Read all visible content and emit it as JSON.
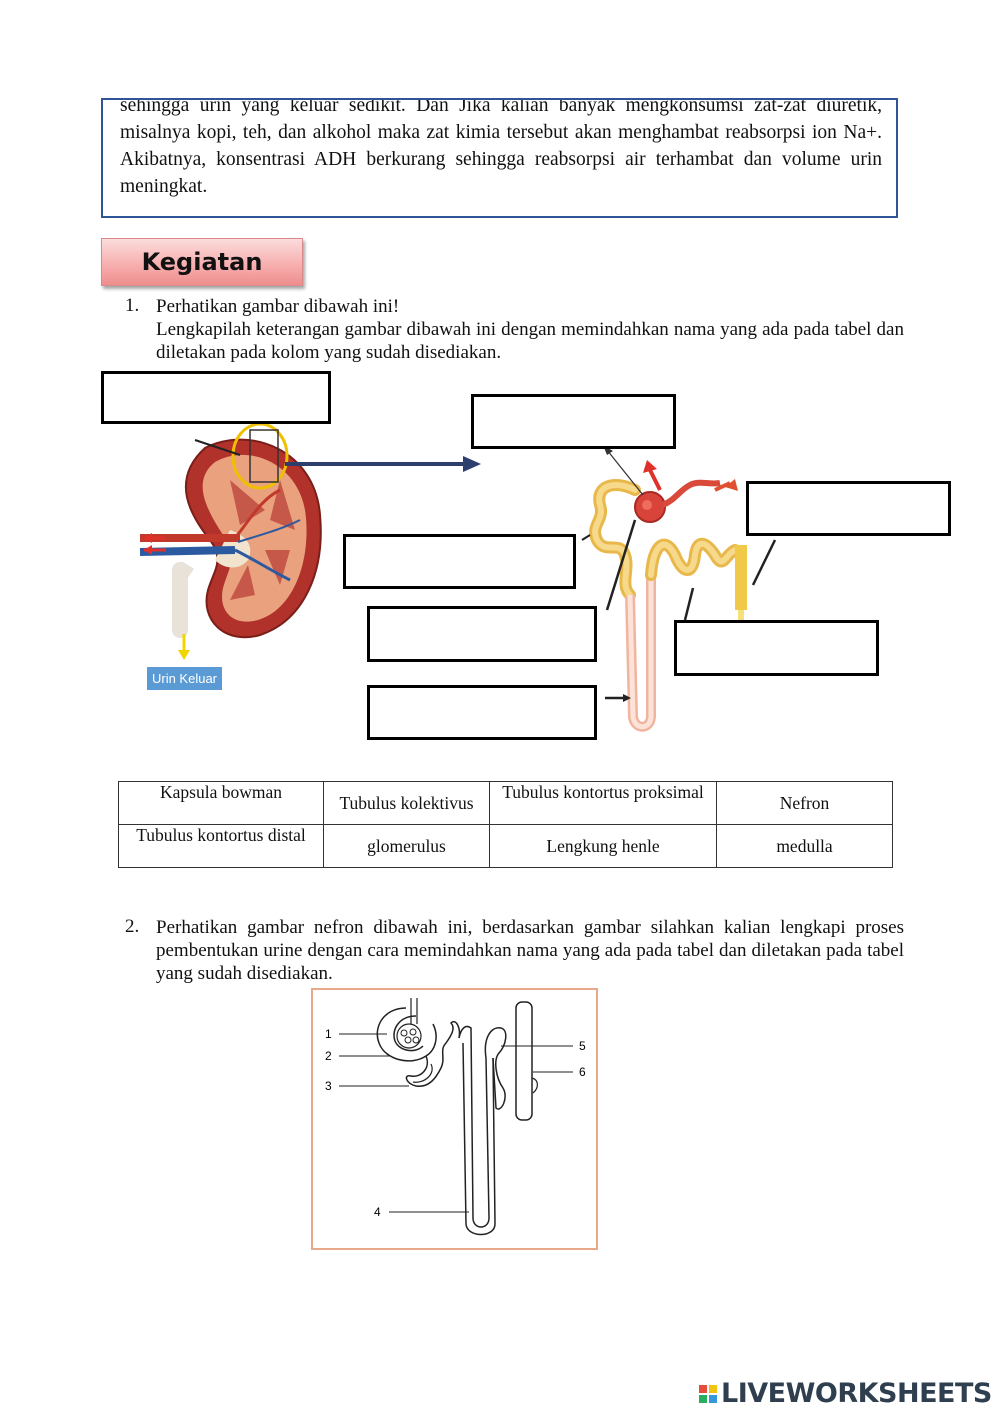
{
  "info_box": {
    "text": "sehingga urin yang keluar sedikit.  Dan Jika kalian banyak mengkonsumsi zat-zat diuretik, misalnya kopi, teh, dan alkohol maka zat kimia tersebut akan menghambat reabsorpsi ion Na+. Akibatnya, konsentrasi ADH berkurang sehingga reabsorpsi air terhambat dan volume urin meningkat."
  },
  "kegiatan": {
    "label": "Kegiatan"
  },
  "question1": {
    "number": "1.",
    "line1": "Perhatikan gambar dibawah ini!",
    "line2": "Lengkapilah keterangan gambar dibawah ini dengan memindahkan nama yang ada pada tabel dan diletakan pada kolom yang sudah disediakan."
  },
  "kidney_figure": {
    "urine_label": "Urin Keluar"
  },
  "word_table": {
    "rows": [
      [
        "Kapsula bowman",
        "Tubulus kolektivus",
        "Tubulus kontortus proksimal",
        "Nefron"
      ],
      [
        "Tubulus kontortus distal",
        "glomerulus",
        "Lengkung henle",
        "medulla"
      ]
    ]
  },
  "question2": {
    "number": "2.",
    "text": "Perhatikan gambar nefron dibawah ini, berdasarkan gambar silahkan kalian lengkapi proses pembentukan urine dengan cara memindahkan nama yang ada pada tabel dan diletakan pada tabel yang sudah disediakan."
  },
  "nephron_figure": {
    "labels": [
      "1",
      "2",
      "3",
      "4",
      "5",
      "6"
    ]
  },
  "logo": {
    "text": "LIVEWORKSHEETS",
    "colors": [
      "#e74c3c",
      "#f1c40f",
      "#27ae60",
      "#3498db"
    ]
  }
}
